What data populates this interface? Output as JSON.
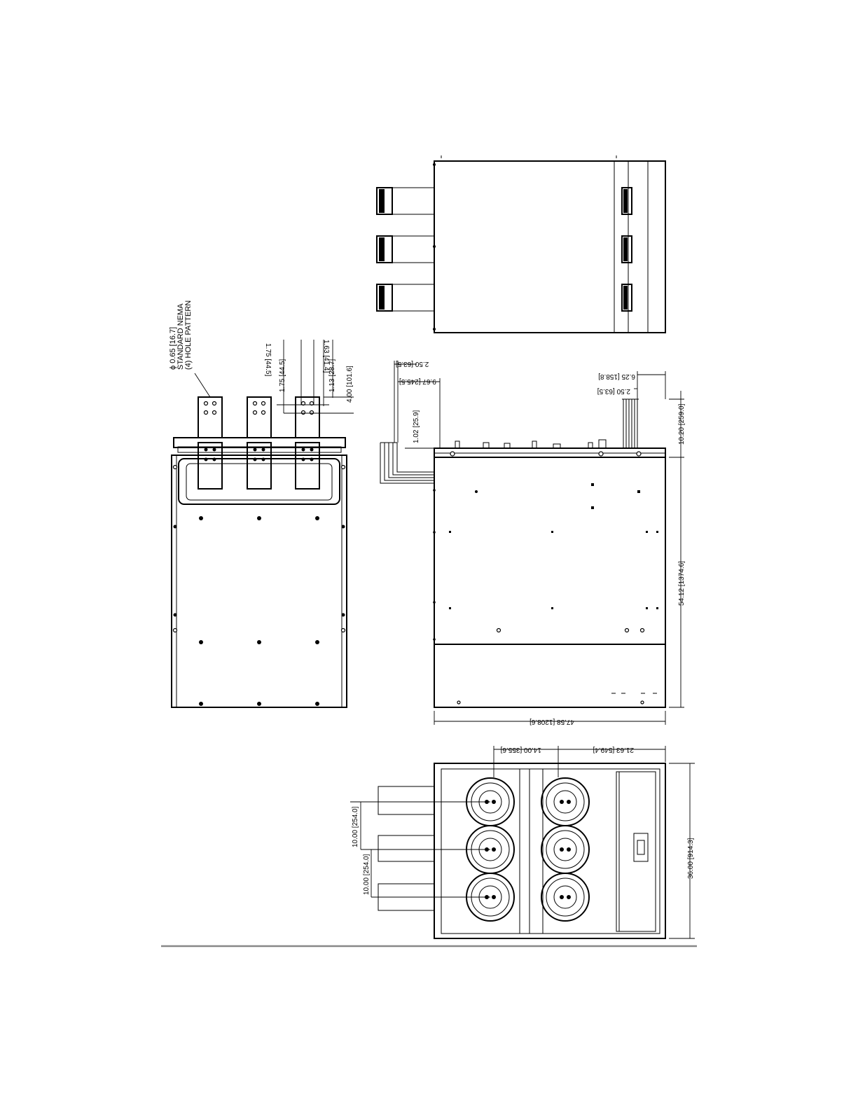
{
  "note": {
    "line1": "ϕ 0.65 [16.7]",
    "line2": "STANDARD NEMA",
    "line3": "(4) HOLE PATTERN"
  },
  "dims": {
    "bus_spacing_1": "1.75 [44.5]",
    "bus_spacing_2": "1.75 [44.5]",
    "bus_width": "1.63 [41.4]",
    "bus_hole_offset": "1.13 [28.7]",
    "bus_length": "4.00 [101.6]",
    "left_bus_offset_1": "2.50 [63.5]",
    "left_bus_offset_2": "9.67 [245.5]",
    "left_bus_height": "1.02 [25.9]",
    "right_bus_offset_1": "6.25 [158.8]",
    "right_bus_offset_2": "2.50 [63.5]",
    "right_bus_height": "10.20 [259.0]",
    "overall_height": "54.12 [1374.6]",
    "overall_depth": "47.58 [1208.6]",
    "bottom_spacing_1": "14.00 [355.6]",
    "bottom_spacing_2": "21.63 [549.4]",
    "phase_spacing_1": "10.00 [254.0]",
    "phase_spacing_2": "10.00 [254.0]",
    "overall_width": "36.00 [914.3]"
  }
}
